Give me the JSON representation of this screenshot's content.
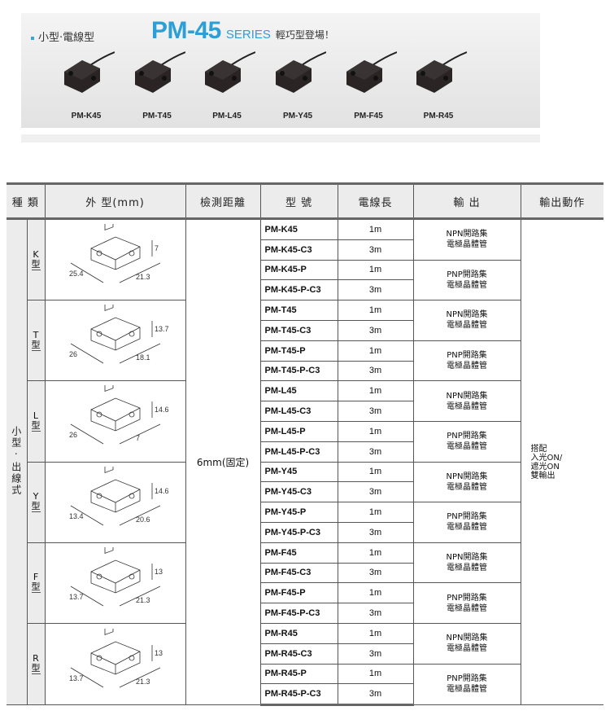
{
  "banner": {
    "tag": "小型‧電線型",
    "series_name": "PM-45",
    "series_word": "SERIES",
    "slogan": "輕巧型登場！",
    "accent_color": "#2b9fd6",
    "products": [
      {
        "label": "PM-K45"
      },
      {
        "label": "PM-T45"
      },
      {
        "label": "PM-L45"
      },
      {
        "label": "PM-Y45"
      },
      {
        "label": "PM-F45"
      },
      {
        "label": "PM-R45"
      }
    ]
  },
  "table": {
    "headers": [
      "種 類",
      "外 型(mm)",
      "檢測距離",
      "型 號",
      "電線長",
      "輸 出",
      "輸出動作"
    ],
    "group_label": "小型‧出線式",
    "detection_distance": "6mm(固定)",
    "output_action": "搭配\n入光ON/\n遮光ON\n雙輸出",
    "output_npn": "NPN開路集\n電極晶體管",
    "output_pnp": "PNP開路集\n電極晶體管",
    "types": [
      {
        "letter": "K",
        "suffix": "型",
        "dims": [
          "7",
          "25.4",
          "21.3"
        ],
        "models": [
          {
            "model": "PM-K45",
            "len": "1m"
          },
          {
            "model": "PM-K45-C3",
            "len": "3m"
          },
          {
            "model": "PM-K45-P",
            "len": "1m"
          },
          {
            "model": "PM-K45-P-C3",
            "len": "3m"
          }
        ]
      },
      {
        "letter": "T",
        "suffix": "型",
        "dims": [
          "13.7",
          "26",
          "18.1"
        ],
        "models": [
          {
            "model": "PM-T45",
            "len": "1m"
          },
          {
            "model": "PM-T45-C3",
            "len": "3m"
          },
          {
            "model": "PM-T45-P",
            "len": "1m"
          },
          {
            "model": "PM-T45-P-C3",
            "len": "3m"
          }
        ]
      },
      {
        "letter": "L",
        "suffix": "型",
        "dims": [
          "14.6",
          "26",
          "7"
        ],
        "models": [
          {
            "model": "PM-L45",
            "len": "1m"
          },
          {
            "model": "PM-L45-C3",
            "len": "3m"
          },
          {
            "model": "PM-L45-P",
            "len": "1m"
          },
          {
            "model": "PM-L45-P-C3",
            "len": "3m"
          }
        ]
      },
      {
        "letter": "Y",
        "suffix": "型",
        "dims": [
          "14.6",
          "13.4",
          "20.6"
        ],
        "models": [
          {
            "model": "PM-Y45",
            "len": "1m"
          },
          {
            "model": "PM-Y45-C3",
            "len": "3m"
          },
          {
            "model": "PM-Y45-P",
            "len": "1m"
          },
          {
            "model": "PM-Y45-P-C3",
            "len": "3m"
          }
        ]
      },
      {
        "letter": "F",
        "suffix": "型",
        "dims": [
          "13",
          "13.7",
          "21.3"
        ],
        "models": [
          {
            "model": "PM-F45",
            "len": "1m"
          },
          {
            "model": "PM-F45-C3",
            "len": "3m"
          },
          {
            "model": "PM-F45-P",
            "len": "1m"
          },
          {
            "model": "PM-F45-P-C3",
            "len": "3m"
          }
        ]
      },
      {
        "letter": "R",
        "suffix": "型",
        "dims": [
          "13",
          "13.7",
          "21.3"
        ],
        "models": [
          {
            "model": "PM-R45",
            "len": "1m"
          },
          {
            "model": "PM-R45-C3",
            "len": "3m"
          },
          {
            "model": "PM-R45-P",
            "len": "1m"
          },
          {
            "model": "PM-R45-P-C3",
            "len": "3m"
          }
        ]
      }
    ]
  }
}
